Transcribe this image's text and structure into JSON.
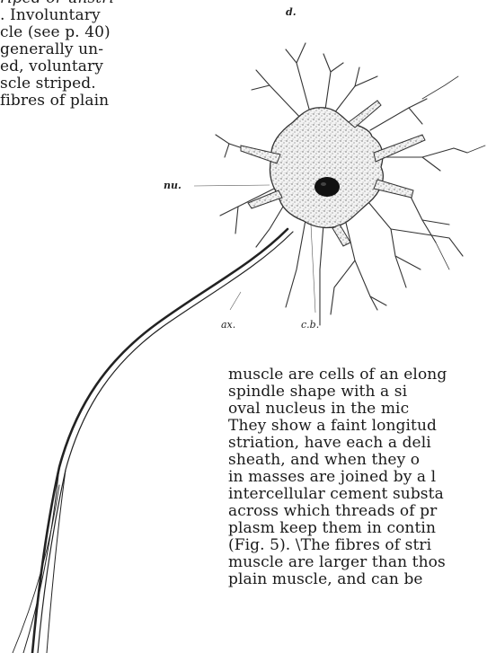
{
  "left_column": {
    "lines": [
      {
        "text": "riped or unstri-",
        "italic": true
      },
      {
        "text": ".  Involuntary"
      },
      {
        "text": "cle (see p. 40)"
      },
      {
        "text": "generally   un-"
      },
      {
        "text": "ed,   voluntary"
      },
      {
        "text": "scle  striped."
      },
      {
        "text": "fibres of plain"
      }
    ]
  },
  "figure": {
    "labels": {
      "dendrites": "d.",
      "nucleus": "nu.",
      "axon": "ax.",
      "cell_body": "c.b."
    }
  },
  "right_column": {
    "lines": [
      "muscle are cells of an elong",
      "spindle  shape  with  a  si",
      "oval  nucleus  in  the  mic",
      "They show a faint longitud",
      "striation, have each a deli",
      "sheath, and when  they o",
      "in masses are joined by a l",
      "intercellular cement substa",
      "across  which threads of pr",
      "plasm keep them in contin",
      "(Fig.  5).  \\The fibres of stri",
      "muscle are larger than thos",
      "plain muscle, and can be"
    ]
  }
}
